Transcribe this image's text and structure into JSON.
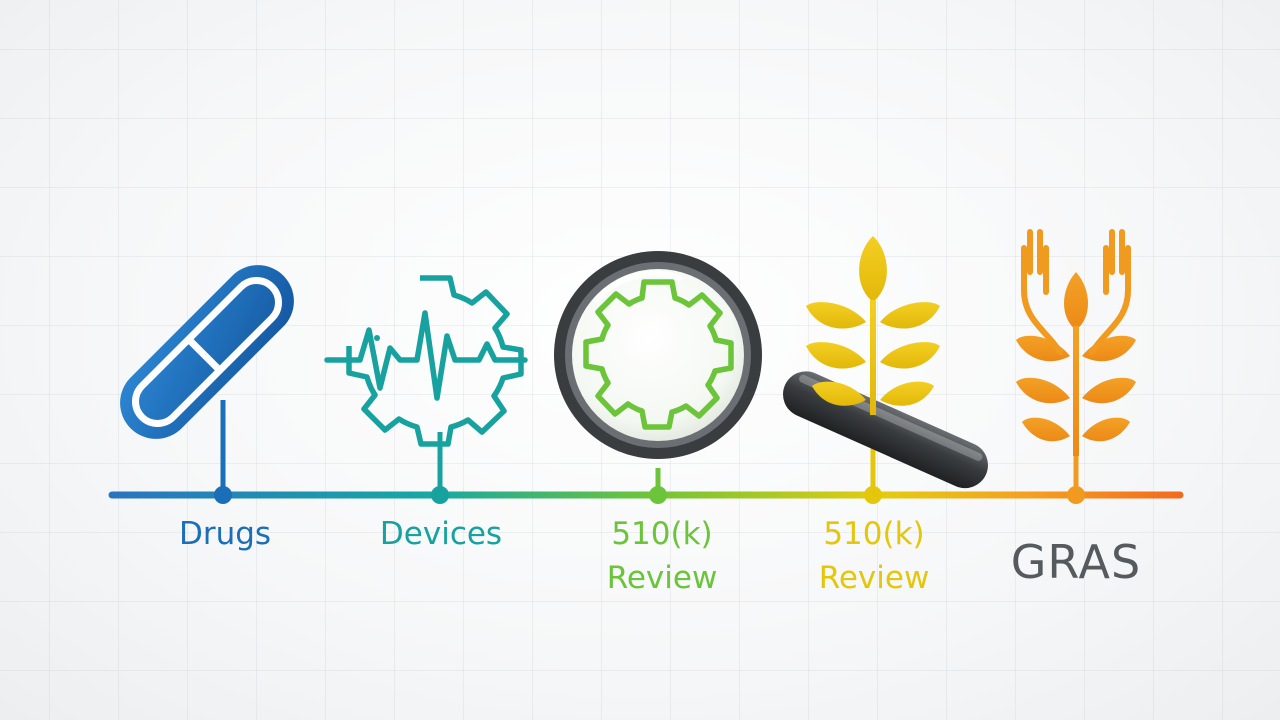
{
  "colors": {
    "drugs": "#1b6fb8",
    "devices": "#17a2a0",
    "review_green": "#6cc43a",
    "review_yellow": "#e4c70a",
    "gras_orange": "#f09a1f",
    "gras_text": "#555a5e",
    "timeline_start": "#2a74c0",
    "timeline_end": "#f36a1e"
  },
  "stages": [
    {
      "label": "Drugs",
      "icon": "pill-icon"
    },
    {
      "label": "Devices",
      "icon": "gear-heartbeat-icon"
    },
    {
      "label_line1": "510(k)",
      "label_line2": "Review",
      "icon": "magnifier-gear-icon"
    },
    {
      "label_line1": "510(k)",
      "label_line2": "Review",
      "icon": "wheat-icon"
    },
    {
      "label": "GRAS",
      "icon": "wheat-fork-icon"
    }
  ]
}
